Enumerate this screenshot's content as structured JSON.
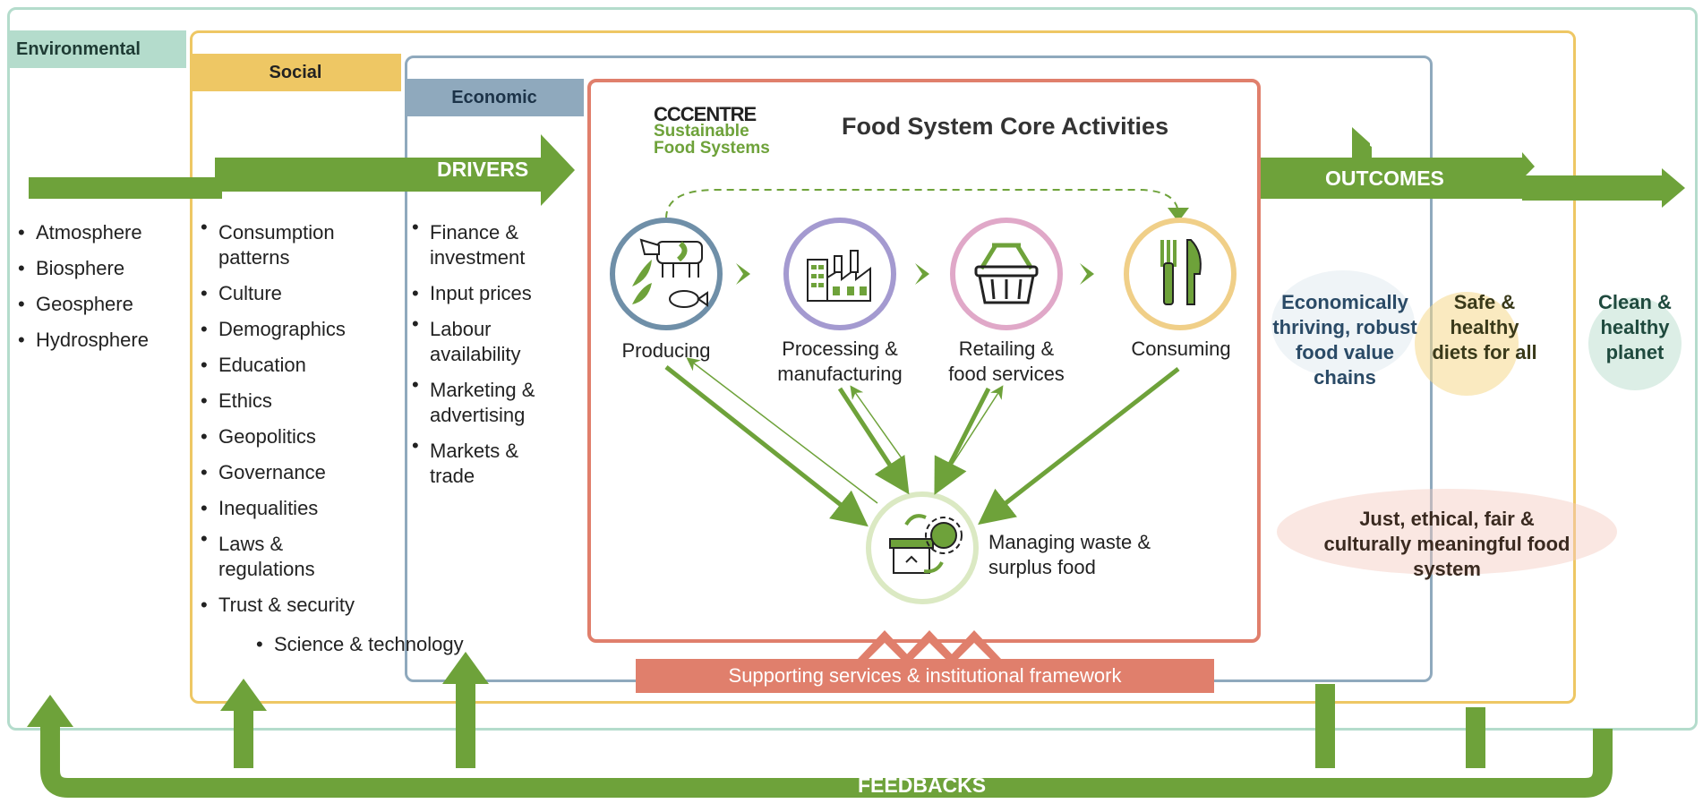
{
  "tabs": {
    "environmental": "Environmental",
    "social": "Social",
    "economic": "Economic"
  },
  "logo": {
    "line1": "CCCENTRE",
    "line2": "Sustainable",
    "line3": "Food Systems"
  },
  "core_title": "Food System Core Activities",
  "drivers_label": "DRIVERS",
  "outcomes_label": "OUTCOMES",
  "feedbacks_label": "FEEDBACKS",
  "environmental_drivers": [
    "Atmosphere",
    "Biosphere",
    "Geosphere",
    "Hydrosphere"
  ],
  "social_drivers": [
    "Consumption patterns",
    "Culture",
    "Demographics",
    "Education",
    "Ethics",
    "Geopolitics",
    "Governance",
    "Inequalities",
    "Laws & regulations",
    "Trust & security"
  ],
  "science_driver": "Science & technology",
  "economic_drivers": [
    "Finance & investment",
    "Input prices",
    "Labour availability",
    "Marketing & advertising",
    "Markets & trade"
  ],
  "activities": {
    "producing": "Producing",
    "processing": "Processing & manufacturing",
    "retailing": "Retailing & food services",
    "consuming": "Consuming",
    "waste": "Managing waste & surplus food"
  },
  "supporting": "Supporting services & institutional framework",
  "outcomes": {
    "economic": "Economically thriving, robust food value chains",
    "diets": "Safe & healthy diets for all",
    "planet": "Clean & healthy planet",
    "social": "Just, ethical, fair & culturally meaningful food system"
  },
  "colors": {
    "green": "#6ea23a",
    "environmental": "#a8d5c4",
    "social": "#eec764",
    "economic": "#8daabf",
    "core": "#e07f6c"
  },
  "icons": [
    "cow-fish-plant-icon",
    "factory-icon",
    "basket-icon",
    "fork-knife-icon",
    "recycle-bin-icon"
  ]
}
